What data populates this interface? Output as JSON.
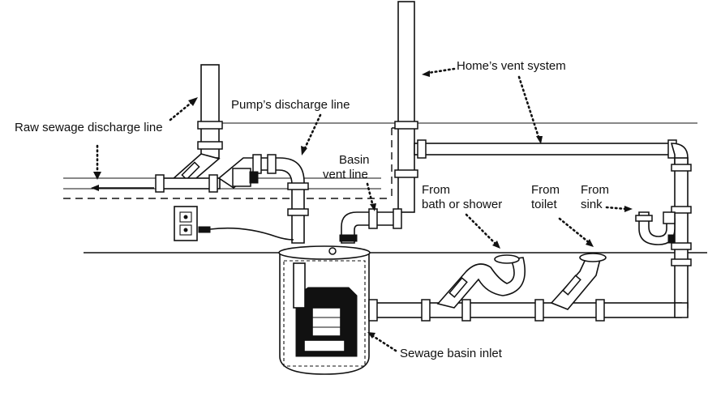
{
  "labels": {
    "raw_sewage_discharge_line": "Raw sewage discharge line",
    "pumps_discharge_line": "Pump’s discharge line",
    "homes_vent_system": "Home’s vent system",
    "basin_vent_line_1": "Basin",
    "basin_vent_line_2": "vent line",
    "from_bath_1": "From",
    "from_bath_2": "bath or shower",
    "from_toilet_1": "From",
    "from_toilet_2": "toilet",
    "from_sink_1": "From",
    "from_sink_2": "sink",
    "sewage_basin_inlet": "Sewage basin inlet"
  },
  "icons": {
    "outlet": "electrical-outlet-icon",
    "plug": "plug-icon"
  }
}
